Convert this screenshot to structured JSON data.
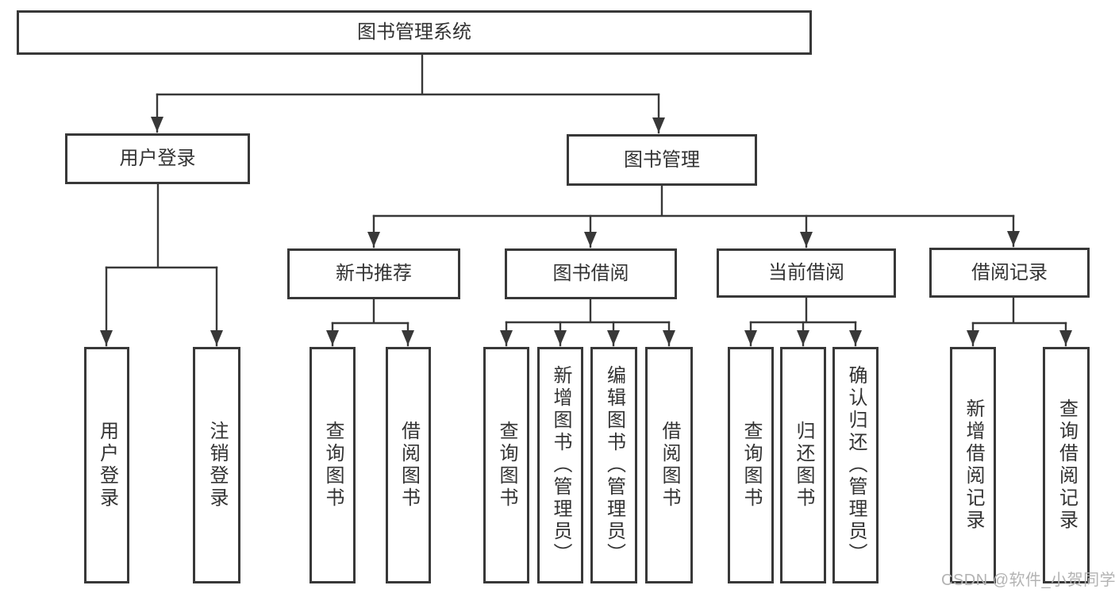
{
  "diagram_type": "functional-structure-tree",
  "colors": {
    "line": "#383838",
    "box_border": "#383838",
    "text": "#333333",
    "background": "#ffffff",
    "watermark": "#b3b3b3"
  },
  "watermark": "CSDN @软件_小贺同学",
  "tree": {
    "label": "图书管理系统",
    "children": [
      {
        "label": "用户登录",
        "children": [
          {
            "label": "用户登录"
          },
          {
            "label": "注销登录"
          }
        ]
      },
      {
        "label": "图书管理",
        "children": [
          {
            "label": "新书推荐",
            "children": [
              {
                "label": "查询图书"
              },
              {
                "label": "借阅图书"
              }
            ]
          },
          {
            "label": "图书借阅",
            "children": [
              {
                "label": "查询图书"
              },
              {
                "label": "新增图书（管理员）"
              },
              {
                "label": "编辑图书（管理员）"
              },
              {
                "label": "借阅图书"
              }
            ]
          },
          {
            "label": "当前借阅",
            "children": [
              {
                "label": "查询图书"
              },
              {
                "label": "归还图书"
              },
              {
                "label": "确认归还（管理员）"
              }
            ]
          },
          {
            "label": "借阅记录",
            "children": [
              {
                "label": "新增借阅记录"
              },
              {
                "label": "查询借阅记录"
              }
            ]
          }
        ]
      }
    ]
  }
}
